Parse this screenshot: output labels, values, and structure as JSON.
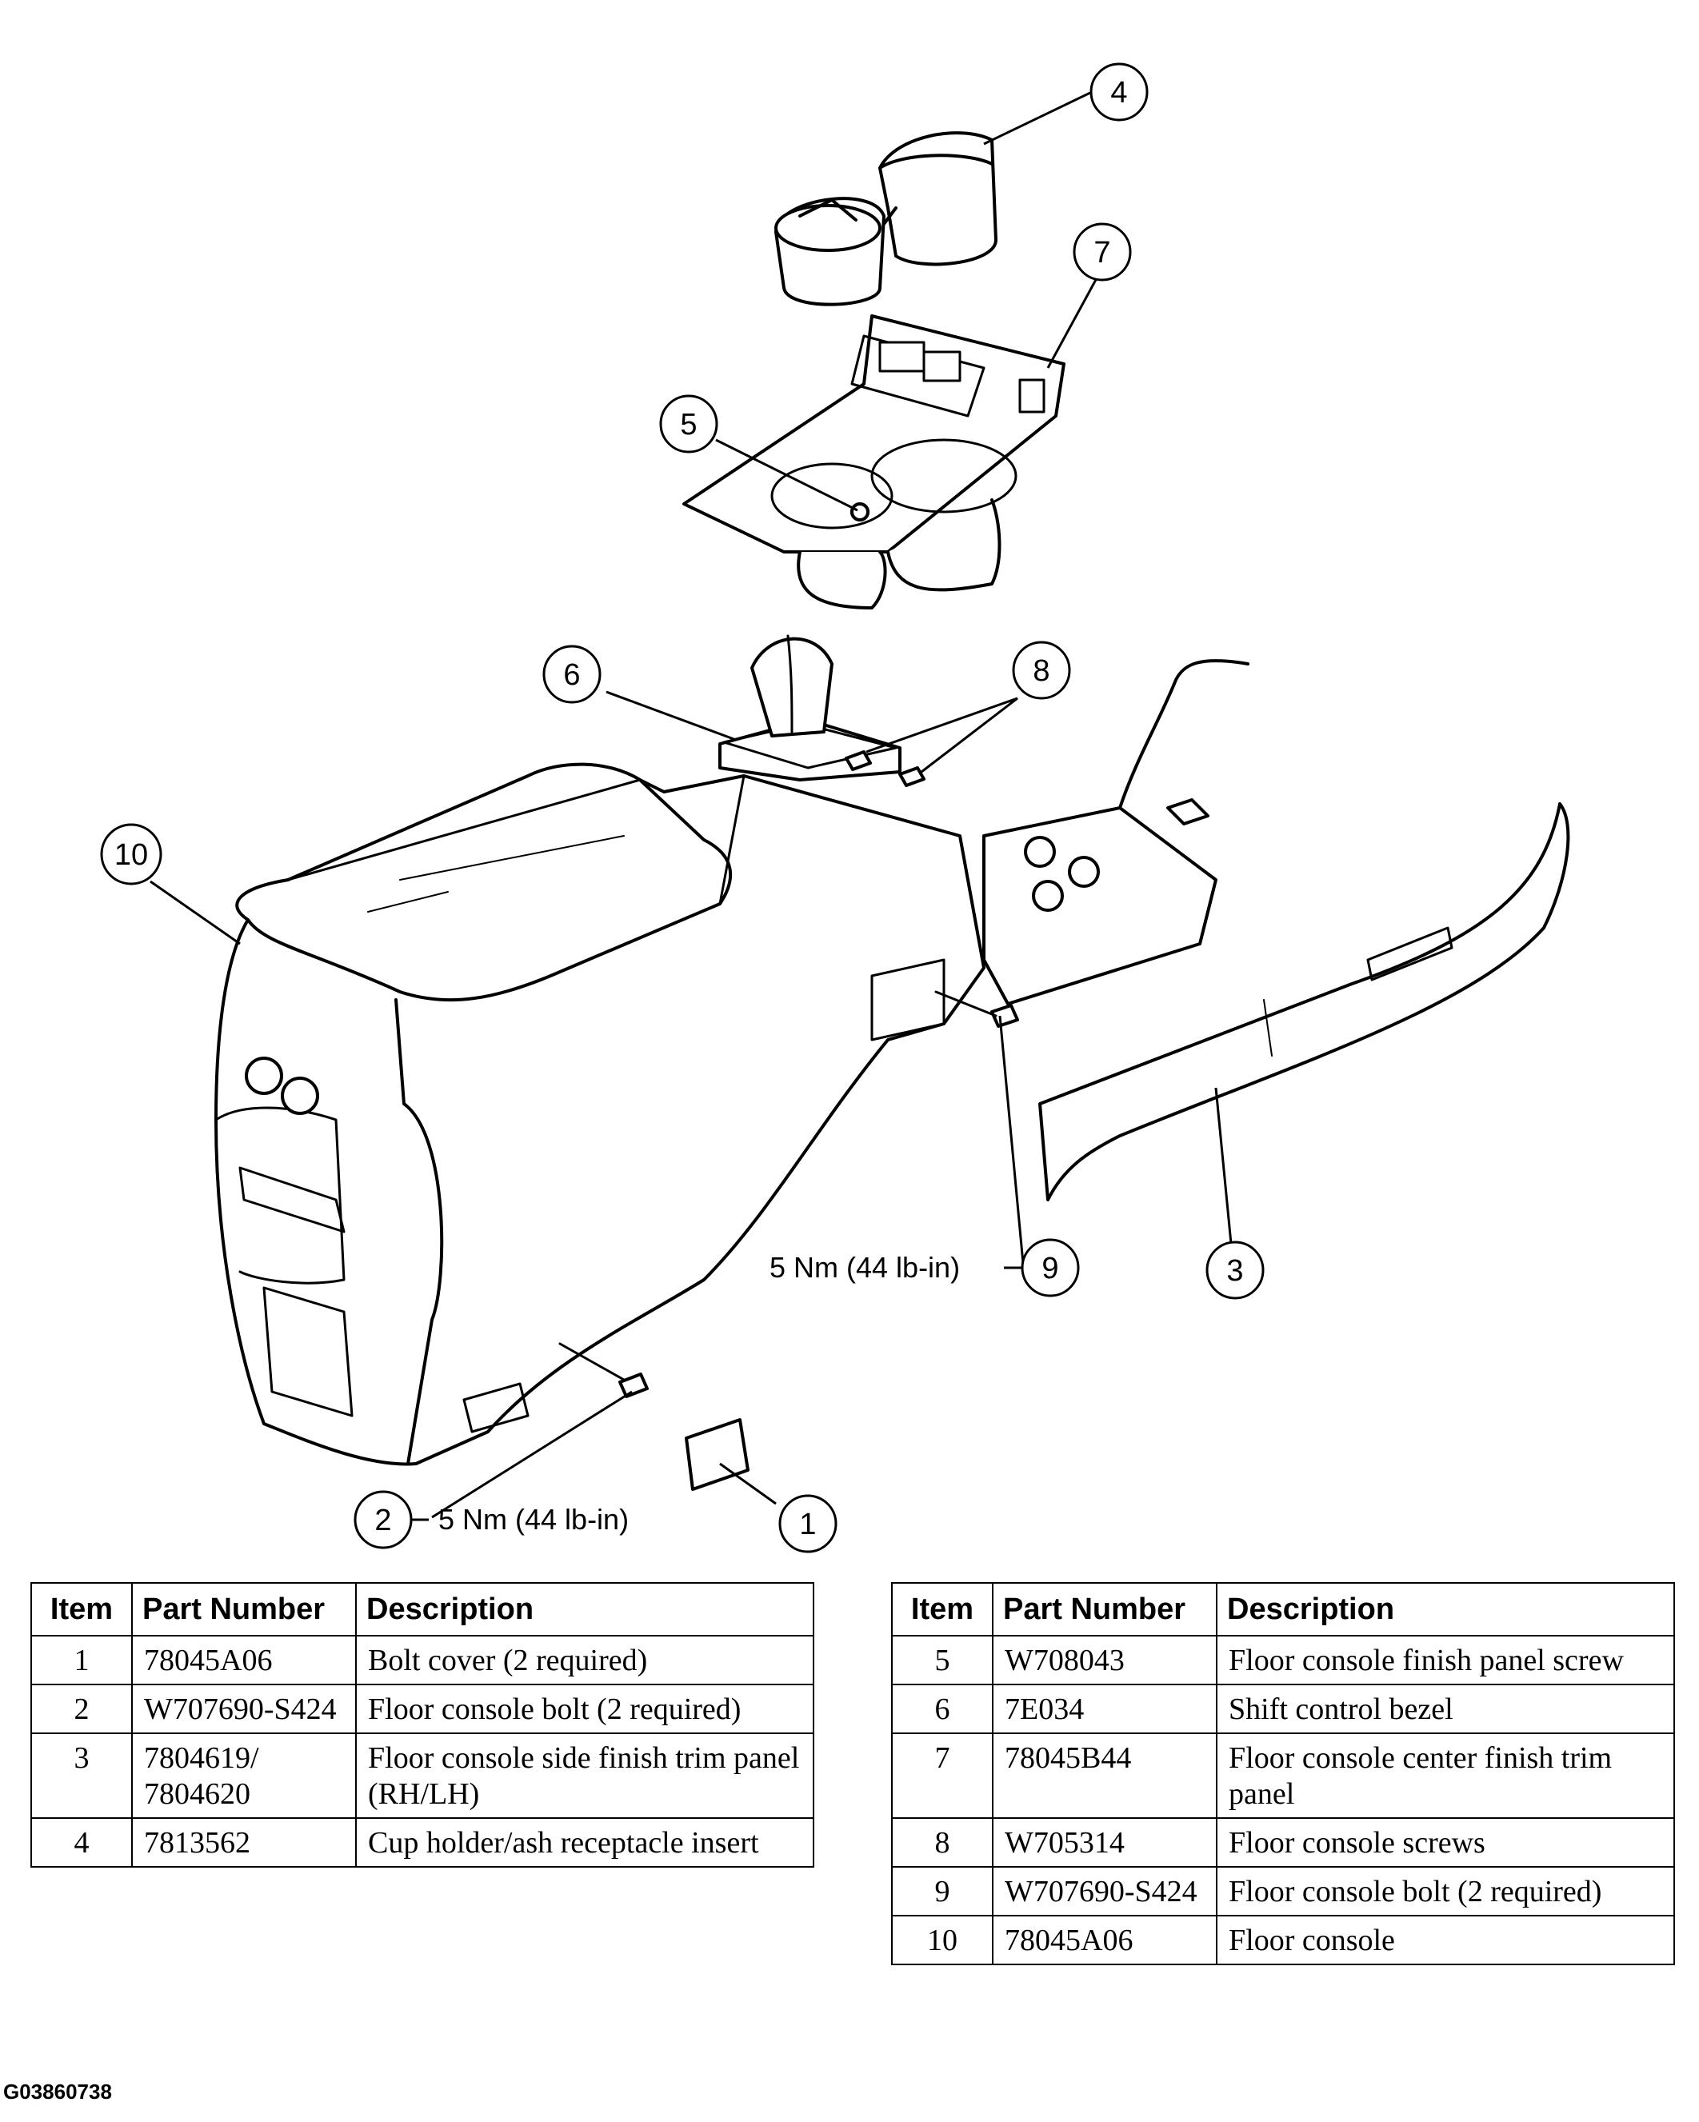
{
  "callouts": {
    "c1": "1",
    "c2": "2",
    "c3": "3",
    "c4": "4",
    "c5": "5",
    "c6": "6",
    "c7": "7",
    "c8": "8",
    "c9": "9",
    "c10": "10"
  },
  "torque_labels": {
    "item2": "5 Nm (44 lb-in)",
    "item9": "5 Nm (44 lb-in)"
  },
  "table_headers": {
    "item": "Item",
    "part_number": "Part Number",
    "description": "Description"
  },
  "parts_left": [
    {
      "item": "1",
      "part_number": "78045A06",
      "description": "Bolt cover (2 required)"
    },
    {
      "item": "2",
      "part_number": "W707690-S424",
      "description": "Floor console bolt (2 required)"
    },
    {
      "item": "3",
      "part_number": "7804619/ 7804620",
      "description": "Floor console side finish trim panel (RH/LH)"
    },
    {
      "item": "4",
      "part_number": "7813562",
      "description": "Cup holder/ash receptacle insert"
    }
  ],
  "parts_right": [
    {
      "item": "5",
      "part_number": "W708043",
      "description": "Floor console finish panel screw"
    },
    {
      "item": "6",
      "part_number": "7E034",
      "description": "Shift control bezel"
    },
    {
      "item": "7",
      "part_number": "78045B44",
      "description": "Floor console center finish trim panel"
    },
    {
      "item": "8",
      "part_number": "W705314",
      "description": "Floor console screws"
    },
    {
      "item": "9",
      "part_number": "W707690-S424",
      "description": "Floor console bolt (2 required)"
    },
    {
      "item": "10",
      "part_number": "78045A06",
      "description": "Floor console"
    }
  ],
  "figure_id": "G03860738"
}
